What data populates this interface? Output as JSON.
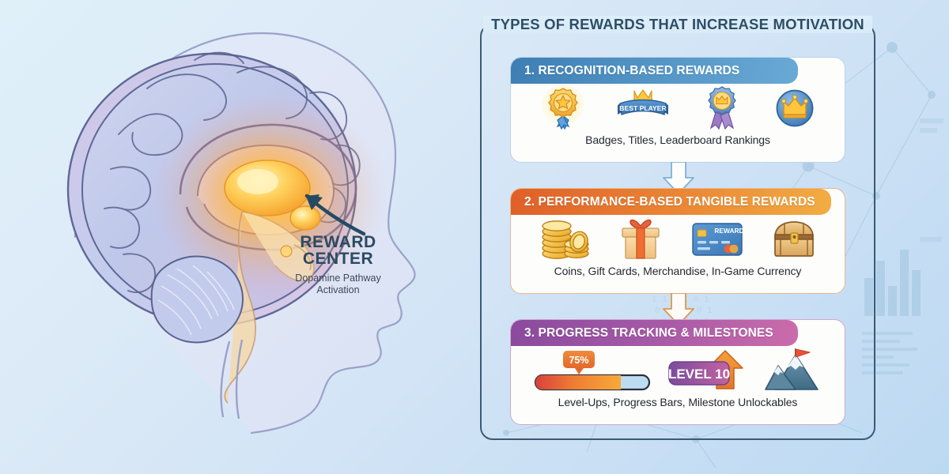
{
  "panel": {
    "title": "TYPES OF REWARDS THAT INCREASE MOTIVATION"
  },
  "brain": {
    "label_line1": "REWARD",
    "label_line2": "CENTER",
    "sublabel_line1": "Dopamine Pathway",
    "sublabel_line2": "Activation",
    "arrow": "pointer-arrow-to-reward-center",
    "colors": {
      "glow": "#f9a825",
      "core": "#ffcf4d",
      "cortex": "#b9c2e8",
      "outline": "#4a5585"
    }
  },
  "cards": [
    {
      "number": "1.",
      "title": "1. RECOGNITION-BASED REWARDS",
      "caption": "Badges, Titles, Leaderboard Rankings",
      "accent": "#4a8cc0",
      "icons": [
        "gold-medal-star-badge-icon",
        "best-player-banner-icon",
        "crown-rosette-ribbon-icon",
        "crown-circle-badge-icon"
      ],
      "banner_text": "BEST PLAYER"
    },
    {
      "number": "2.",
      "title": "2. PERFORMANCE-BASED TANGIBLE REWARDS",
      "caption": "Coins, Gift Cards, Merchandise, In-Game Currency",
      "accent": "#e87a2e",
      "icons": [
        "gold-coins-stack-icon",
        "gift-box-icon",
        "reward-credit-card-icon",
        "treasure-chest-icon"
      ],
      "card_text": "REWARD"
    },
    {
      "number": "3.",
      "title": "3. PROGRESS TRACKING & MILESTONES",
      "caption": "Level-Ups, Progress Bars, Milestone Unlockables",
      "accent": "#a659a7",
      "icons": [
        "progress-bar-icon",
        "level-up-badge-icon",
        "mountain-flag-milestone-icon"
      ],
      "progress_value": "75%",
      "progress_percent": 75,
      "level_text": "LEVEL 10"
    }
  ],
  "connectors": [
    {
      "name": "arrow-card1-to-card2",
      "color": "#7fb0d6"
    },
    {
      "name": "arrow-card2-to-card3",
      "color": "#d9994e"
    }
  ],
  "background": {
    "gradient_from": "#dff0f9",
    "gradient_to": "#bcd9f2",
    "decoration": "network-nodes-and-bar-chart-watermark"
  }
}
